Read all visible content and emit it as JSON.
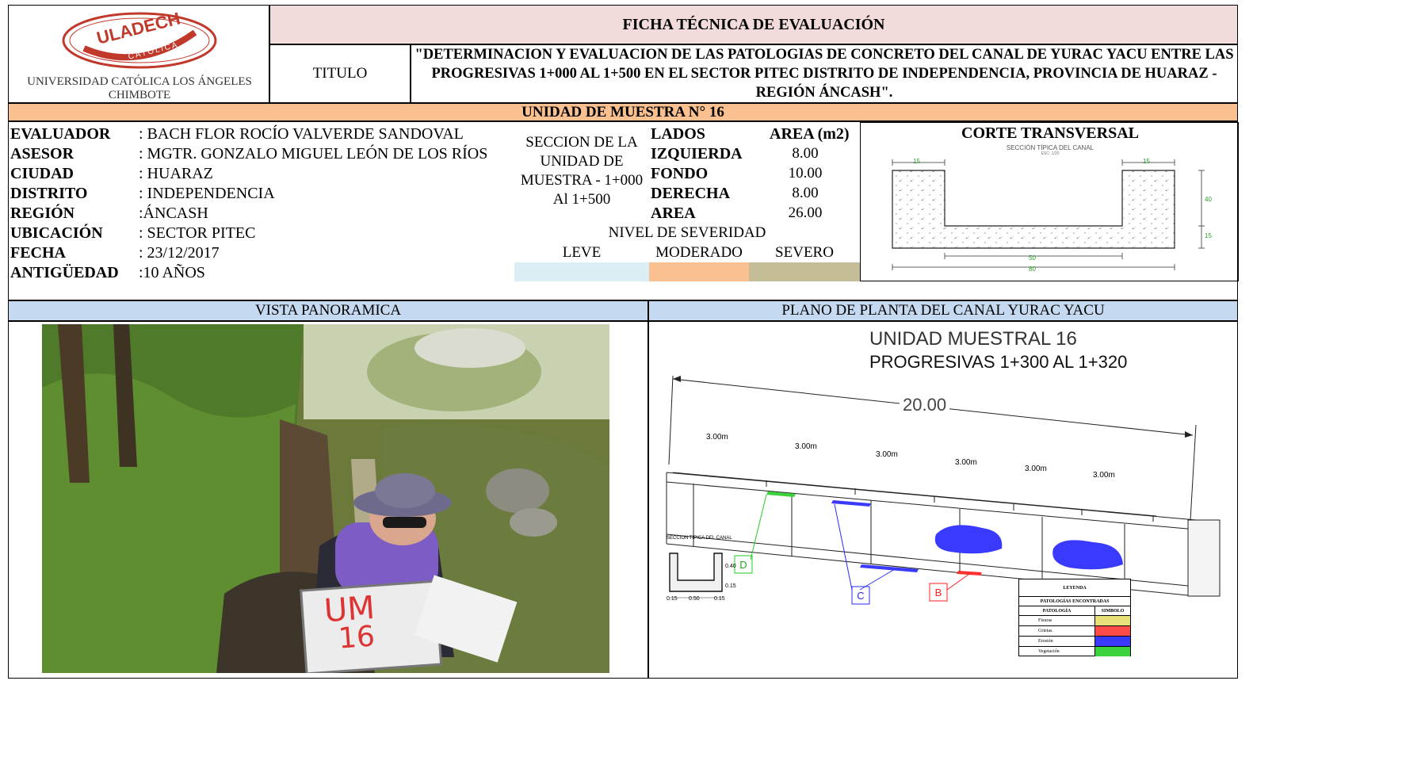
{
  "header": {
    "logo_text": "ULADECH",
    "logo_subtext": "CATÓLICA",
    "university": "UNIVERSIDAD CATÓLICA LOS ÁNGELES CHIMBOTE",
    "form_title": "FICHA TÉCNICA DE EVALUACIÓN",
    "title_label": "TITULO",
    "title_text": "\"DETERMINACION Y EVALUACION DE LAS PATOLOGIAS DE CONCRETO DEL CANAL DE YURAC YACU ENTRE LAS PROGRESIVAS 1+000 AL 1+500  EN EL SECTOR PITEC DISTRITO DE INDEPENDENCIA, PROVINCIA DE HUARAZ - REGIÓN  ÁNCASH\"."
  },
  "unit_banner": "UNIDAD DE MUESTRA N° 16",
  "info": [
    {
      "label": "EVALUADOR",
      "value": ": BACH FLOR ROCÍO VALVERDE SANDOVAL"
    },
    {
      "label": "ASESOR",
      "value": ": MGTR. GONZALO MIGUEL LEÓN DE LOS RÍOS"
    },
    {
      "label": "CIUDAD",
      "value": ": HUARAZ"
    },
    {
      "label": "DISTRITO",
      "value": ": INDEPENDENCIA"
    },
    {
      "label": "REGIÓN",
      "value": ":ÁNCASH"
    },
    {
      "label": "UBICACIÓN",
      "value": ": SECTOR PITEC"
    },
    {
      "label": "FECHA",
      "value": ": 23/12/2017"
    },
    {
      "label": "ANTIGÜEDAD",
      "value": ":10 AÑOS"
    }
  ],
  "section": {
    "label": "SECCION DE LA UNIDAD DE MUESTRA - 1+000 Al 1+500",
    "col_lados": "LADOS",
    "col_area": "AREA (m2)",
    "rows": [
      {
        "lado": "IZQUIERDA",
        "area": "8.00"
      },
      {
        "lado": "FONDO",
        "area": "10.00"
      },
      {
        "lado": "DERECHA",
        "area": "8.00"
      },
      {
        "lado": "AREA",
        "area": "26.00"
      }
    ],
    "severity_title": "NIVEL DE SEVERIDAD",
    "severity": [
      {
        "label": "LEVE",
        "color": "#dbeef4"
      },
      {
        "label": "MODERADO",
        "color": "#fac090"
      },
      {
        "label": "SEVERO",
        "color": "#c4bd97"
      }
    ]
  },
  "cross_section": {
    "title": "CORTE TRANSVERSAL",
    "subtitle": "SECCIÓN TÍPICA DEL CANAL",
    "scale": "ESC: 1/20",
    "dim_top_left": "15",
    "dim_top_right": "15",
    "dim_right": "40",
    "dim_right_bottom": "15",
    "dim_bottom_inner": "50",
    "dim_bottom_outer": "80"
  },
  "panels": {
    "left_title": "VISTA PANORAMICA",
    "right_title": "PLANO DE PLANTA DEL CANAL YURAC YACU"
  },
  "photo": {
    "sign_line1": "UM",
    "sign_line2": "16"
  },
  "plan": {
    "title": "UNIDAD MUESTRAL 16",
    "subtitle": "PROGRESIVAS 1+300 AL 1+320",
    "length": "20.00",
    "segment": "3.00m",
    "markers": [
      "D",
      "C",
      "B"
    ],
    "section_title": "SECCION TIPICA DEL CANAL",
    "section_dims": [
      "0.40",
      "0.15",
      "0.15",
      "0.50",
      "0.15"
    ],
    "legend": {
      "title": "LEYENDA",
      "subtitle": "PATOLOGÍAS ENCONTRADAS",
      "col1": "PATOLOGÍA",
      "col2": "SIMBOLO",
      "rows": [
        {
          "name": "Fisuras",
          "color": "#e8e07a"
        },
        {
          "name": "Grietas.",
          "color": "#ff4a4a"
        },
        {
          "name": "Erosión",
          "color": "#3a3aff"
        },
        {
          "name": "Vegetación",
          "color": "#3cd23c"
        }
      ]
    }
  },
  "colors": {
    "header_pink": "#f2dcdb",
    "banner_orange": "#fac090",
    "panel_blue": "#c5d9f1",
    "brand_red": "#c0392b"
  }
}
